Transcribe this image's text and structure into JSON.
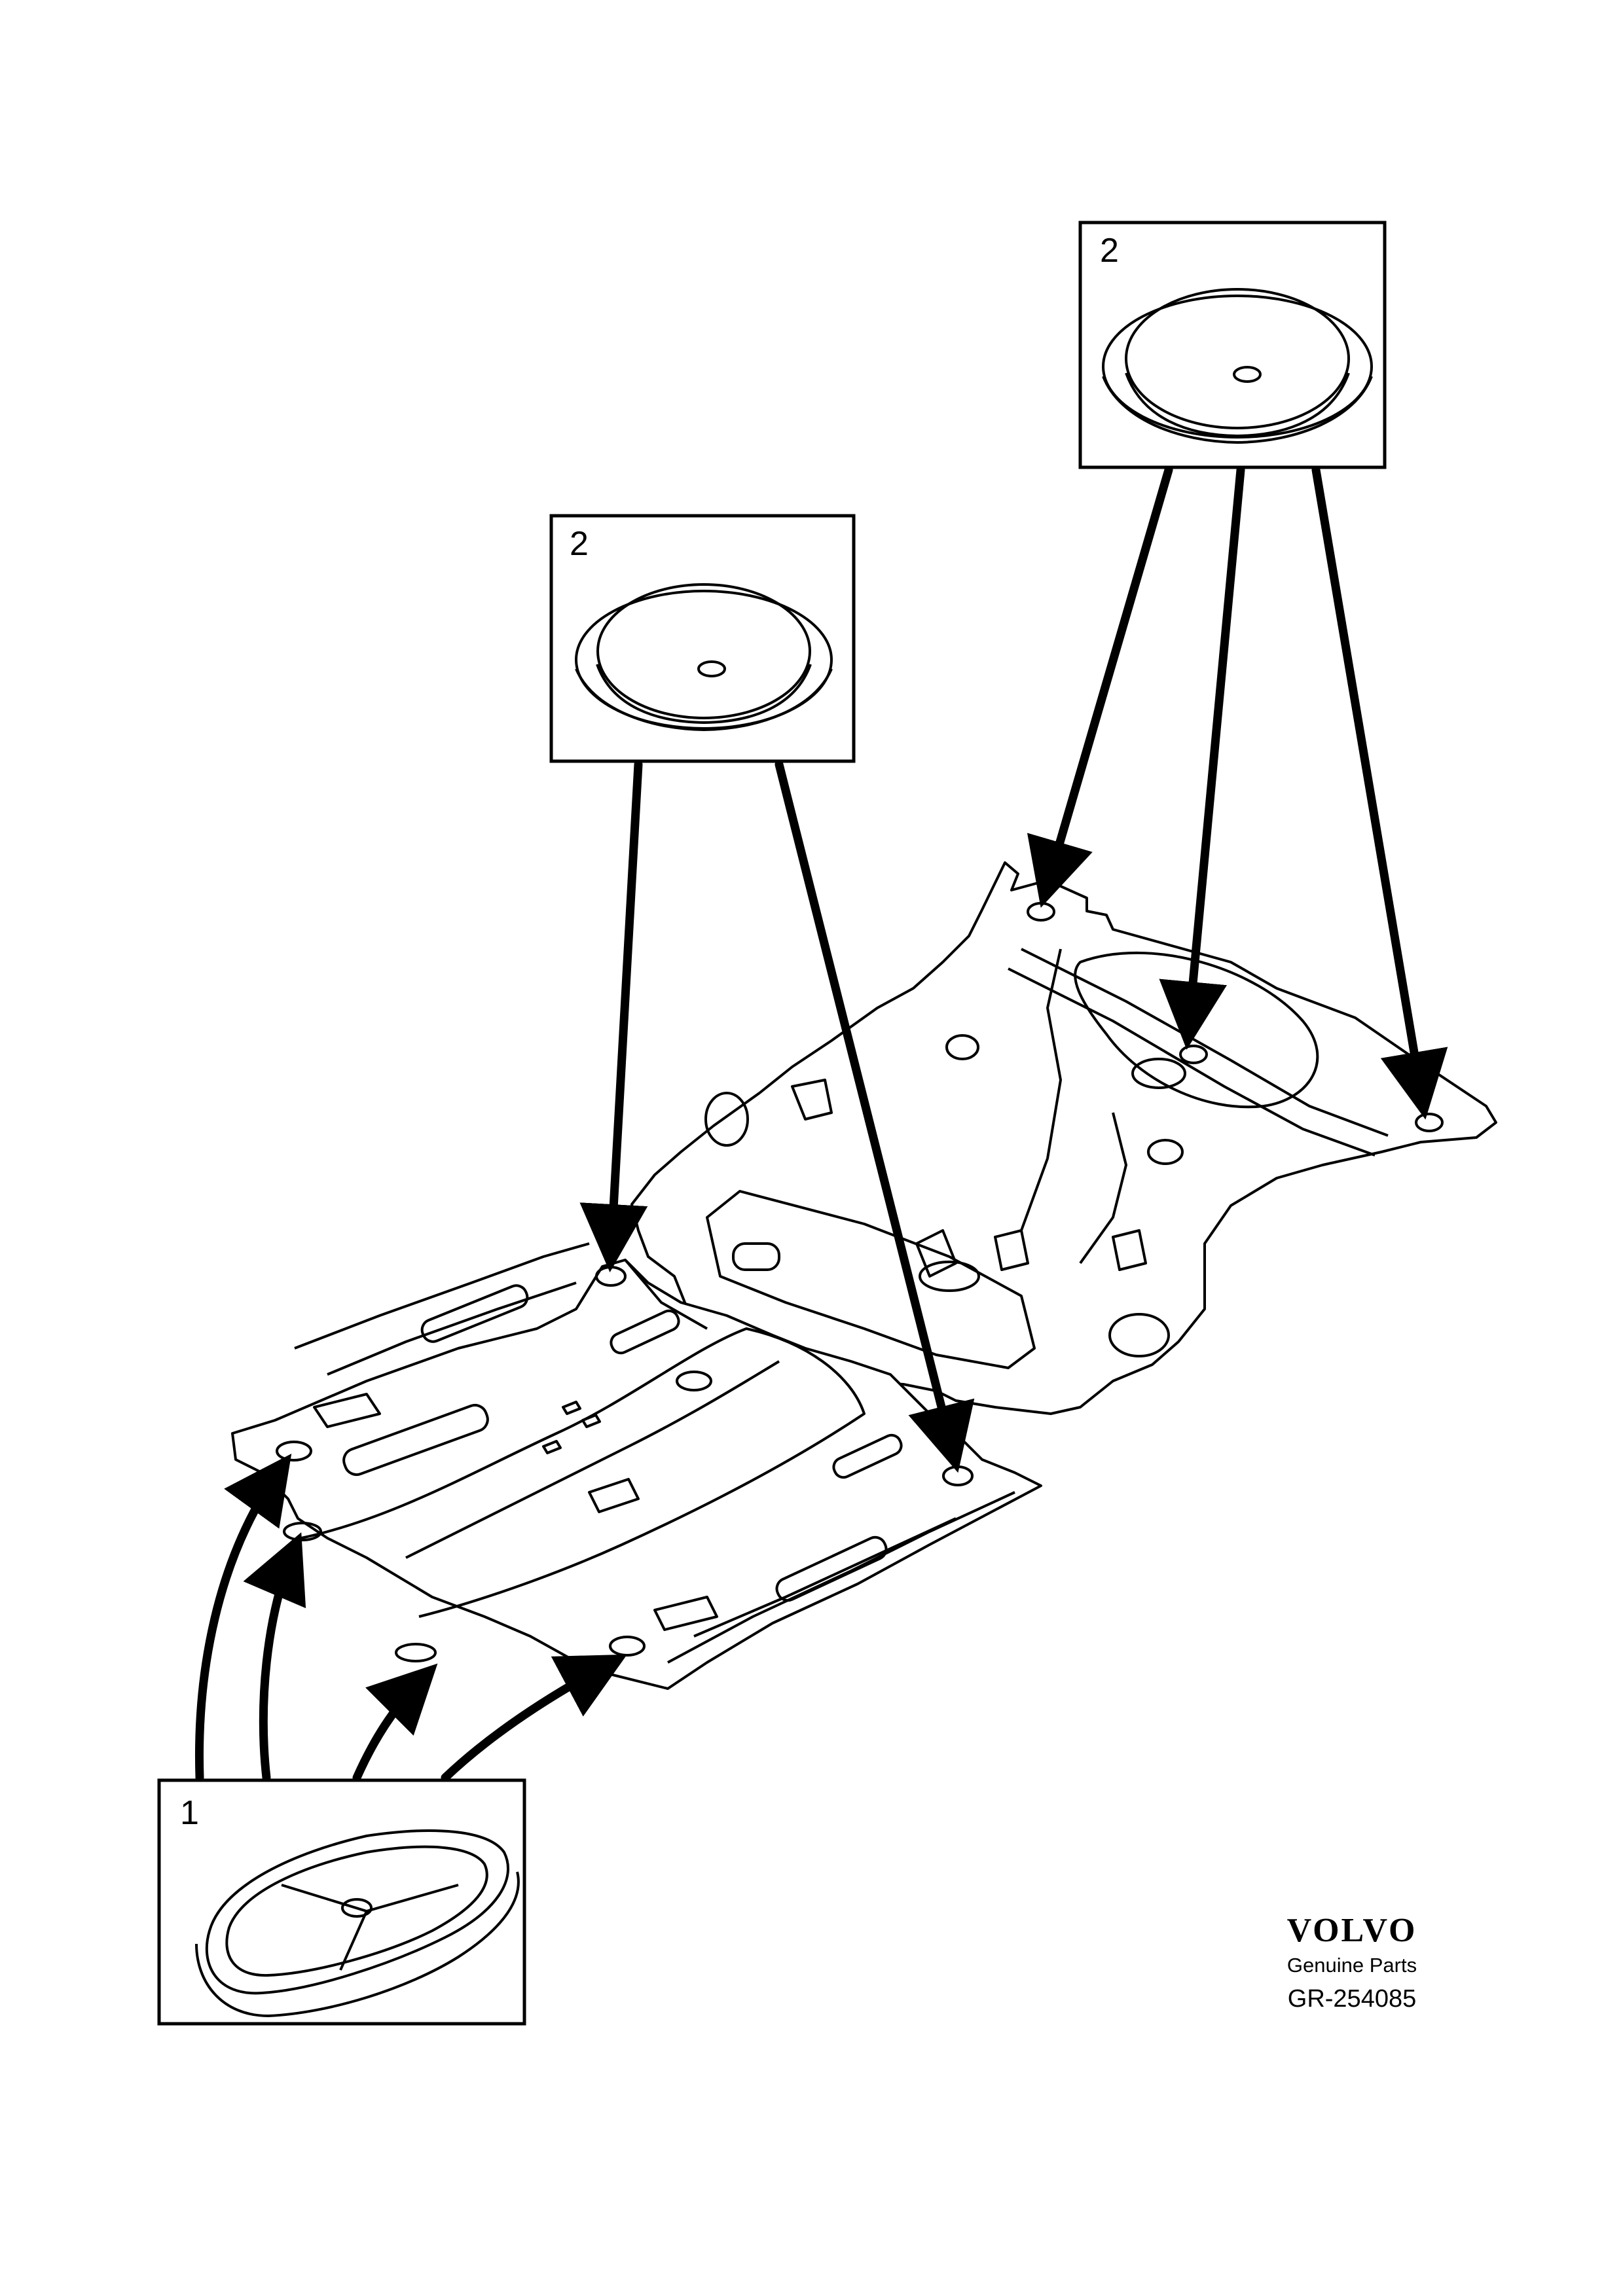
{
  "callouts": [
    {
      "number": "1",
      "part": "oval plug"
    },
    {
      "number": "2",
      "part": "round plug"
    },
    {
      "number": "2",
      "part": "round plug"
    }
  ],
  "footer": {
    "brand": "VOLVO",
    "subtitle": "Genuine Parts",
    "reference": "GR-254085"
  }
}
